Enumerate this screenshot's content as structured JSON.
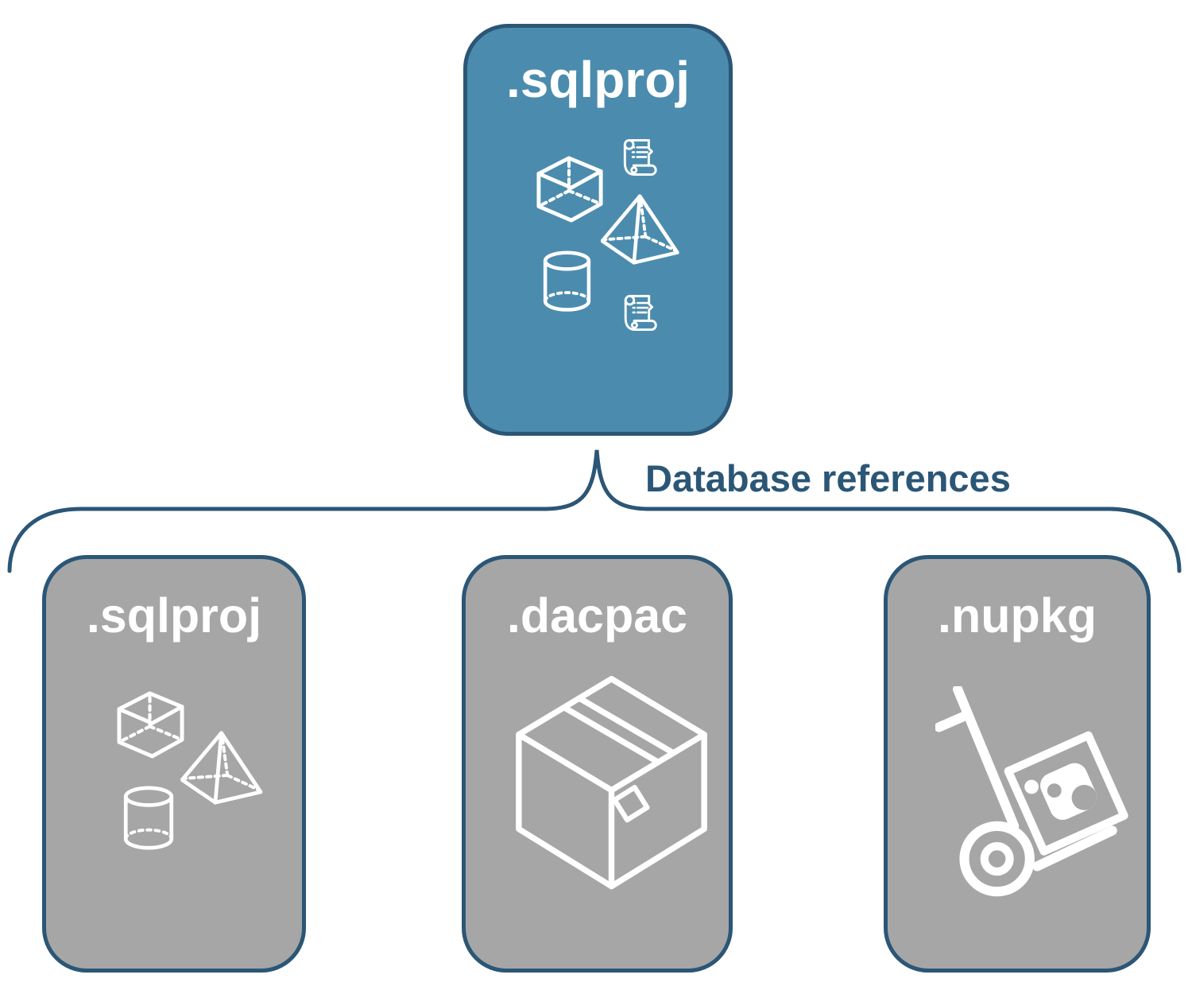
{
  "diagram": {
    "root_node": {
      "label": ".sqlproj"
    },
    "connector": {
      "label": "Database references"
    },
    "child_nodes": [
      {
        "label": ".sqlproj"
      },
      {
        "label": ".dacpac"
      },
      {
        "label": ".nupkg"
      }
    ],
    "icons": {
      "root_node": [
        "script-scroll",
        "cube",
        "pyramid",
        "cylinder",
        "script-scroll"
      ],
      "child_sqlproj": [
        "cube",
        "pyramid",
        "cylinder"
      ],
      "child_dacpac": [
        "package-box"
      ],
      "child_nupkg": [
        "nuget-handtruck"
      ]
    },
    "colors": {
      "root_node_fill": "#4b8cae",
      "child_node_fill": "#a6a6a6",
      "outline_dark_blue": "#2b5676",
      "icon_white": "#ffffff",
      "background": "#ffffff"
    }
  }
}
